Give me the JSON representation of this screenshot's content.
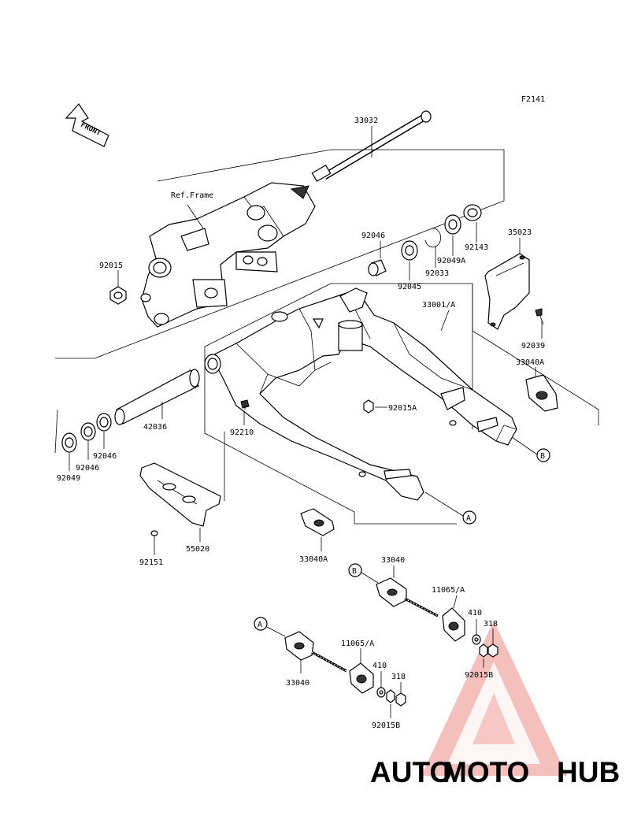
{
  "figure_code": "F2141",
  "front_label": "FRONT",
  "ref_frame_label": "Ref.Frame",
  "callouts": {
    "a": "A",
    "b": "B"
  },
  "parts": {
    "p33032": "33032",
    "p92046_top": "92046",
    "p92015": "92015",
    "p92045": "92045",
    "p92033": "92033",
    "p92049A": "92049A",
    "p92143": "92143",
    "p35023": "35023",
    "p33001A": "33001/A",
    "p92039": "92039",
    "p33040A_right": "33040A",
    "p92015A": "92015A",
    "p42036": "42036",
    "p92210": "92210",
    "p92046_b1": "92046",
    "p92046_b2": "92046",
    "p92049": "92049",
    "p55020": "55020",
    "p92151": "92151",
    "p33040A_bottom": "33040A",
    "p33040_b": "33040",
    "p11065A_b": "11065/A",
    "p410_b": "410",
    "p318_b": "318",
    "p92015B_b": "92015B",
    "p33040_a": "33040",
    "p11065A_a": "11065/A",
    "p410_a": "410",
    "p318_a": "318",
    "p92015B_a": "92015B"
  },
  "watermark": {
    "text_part1": "AUTO",
    "text_part2": "MOTO",
    "text_part3": "HUB",
    "color1": "#f5b07a",
    "color2": "#ef6b61",
    "color3": "#9a9a9a"
  }
}
